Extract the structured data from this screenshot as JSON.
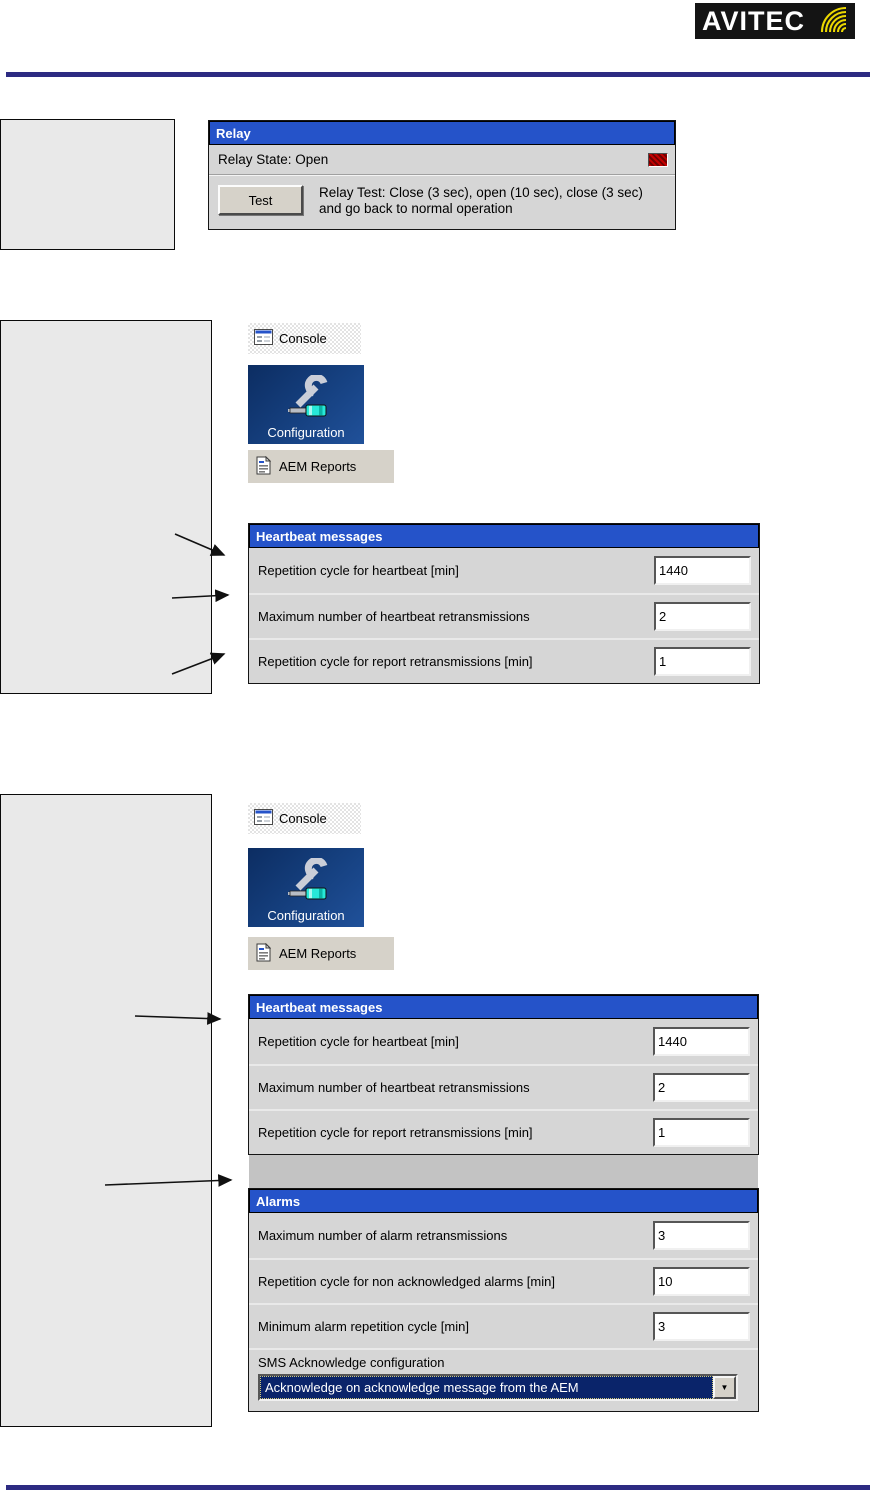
{
  "logo": {
    "brand": "AVITEC"
  },
  "relay_section": {
    "panel_title": "Relay",
    "state_label": "Relay State: Open",
    "test_button": "Test",
    "test_description": "Relay Test: Close (3 sec), open (10 sec), close (3 sec) and go back to normal operation"
  },
  "toolbar": {
    "console_label": "Console",
    "configuration_label": "Configuration",
    "aem_reports_label": "AEM Reports"
  },
  "heartbeat_panel": {
    "title": "Heartbeat messages",
    "rows": [
      {
        "label": "Repetition cycle for heartbeat [min]",
        "value": "1440"
      },
      {
        "label": "Maximum number of heartbeat retransmissions",
        "value": "2"
      },
      {
        "label": "Repetition cycle for report retransmissions [min]",
        "value": "1"
      }
    ]
  },
  "alarms_panel": {
    "title": "Alarms",
    "rows": [
      {
        "label": "Maximum number of alarm retransmissions",
        "value": "3"
      },
      {
        "label": "Repetition cycle for non acknowledged alarms [min]",
        "value": "10"
      },
      {
        "label": "Minimum alarm repetition cycle [min]",
        "value": "3"
      }
    ],
    "sms_ack": {
      "label": "SMS Acknowledge configuration",
      "selected_option": "Acknowledge on acknowledge message from the AEM"
    }
  },
  "icons": {
    "console_icon": "window-form-icon",
    "configuration_icon": "wrench-screwdriver-icon",
    "aem_reports_icon": "document-icon",
    "relay_led": "red-led-indicator",
    "dropdown_arrow_glyph": "▼"
  },
  "colors": {
    "accent_rule": "#2d2b82",
    "panel_title_bg": "#2553c9",
    "panel_body": "#d6d6d6",
    "configuration_tile_bg": "#164181",
    "dropdown_selected_bg": "#0a246a",
    "led_red": "#c40000"
  }
}
